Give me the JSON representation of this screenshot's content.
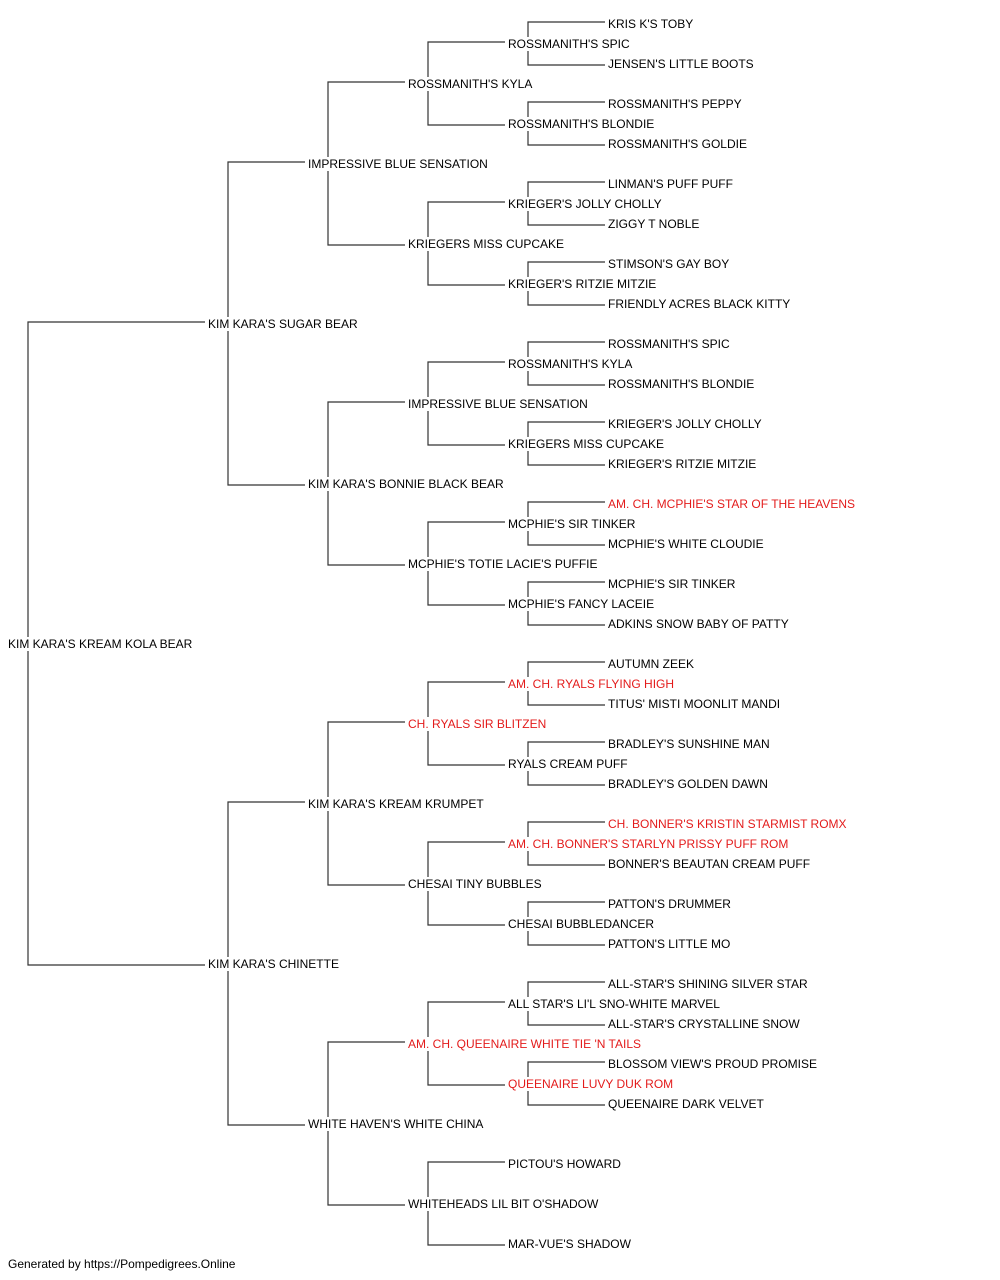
{
  "colors": {
    "champion": "#e31b1b",
    "normal": "#000000",
    "line": "#333333"
  },
  "pedigree": {
    "subject": "KIM KARA'S KREAM KOLA BEAR",
    "sire": "KIM KARA'S SUGAR BEAR",
    "dam": "KIM KARA'S CHINETTE",
    "sire_sire": "IMPRESSIVE BLUE SENSATION",
    "sire_dam": "KIM KARA'S BONNIE BLACK BEAR",
    "dam_sire": "KIM KARA'S KREAM KRUMPET",
    "dam_dam": "WHITE HAVEN'S WHITE CHINA",
    "gen3": [
      "ROSSMANITH'S KYLA",
      "KRIEGERS MISS CUPCAKE",
      "IMPRESSIVE BLUE SENSATION",
      "MCPHIE'S TOTIE LACIE'S PUFFIE",
      "CH. RYALS SIR BLITZEN",
      "CHESAI TINY BUBBLES",
      "AM. CH. QUEENAIRE WHITE TIE 'N TAILS",
      "WHITEHEADS LIL BIT O'SHADOW"
    ],
    "gen4": [
      "ROSSMANITH'S SPIC",
      "ROSSMANITH'S BLONDIE",
      "KRIEGER'S JOLLY CHOLLY",
      "KRIEGER'S RITZIE MITZIE",
      "ROSSMANITH'S KYLA",
      "KRIEGERS MISS CUPCAKE",
      "MCPHIE'S SIR TINKER",
      "MCPHIE'S FANCY LACEIE",
      "AM. CH. RYALS FLYING HIGH",
      "RYALS CREAM PUFF",
      "AM. CH. BONNER'S STARLYN PRISSY PUFF ROM",
      "CHESAI BUBBLEDANCER",
      "ALL STAR'S LI'L SNO-WHITE MARVEL",
      "QUEENAIRE LUVY DUK ROM",
      "PICTOU'S HOWARD",
      "MAR-VUE'S SHADOW"
    ],
    "gen5": [
      "KRIS K'S TOBY",
      "JENSEN'S LITTLE BOOTS",
      "ROSSMANITH'S PEPPY",
      "ROSSMANITH'S GOLDIE",
      "LINMAN'S PUFF PUFF",
      "ZIGGY T NOBLE",
      "STIMSON'S GAY BOY",
      "FRIENDLY ACRES BLACK KITTY",
      "ROSSMANITH'S SPIC",
      "ROSSMANITH'S BLONDIE",
      "KRIEGER'S JOLLY CHOLLY",
      "KRIEGER'S RITZIE MITZIE",
      "AM. CH. MCPHIE'S STAR OF THE HEAVENS",
      "MCPHIE'S WHITE CLOUDIE",
      "MCPHIE'S SIR TINKER",
      "ADKINS SNOW BABY OF PATTY",
      "AUTUMN ZEEK",
      "TITUS' MISTI MOONLIT MANDI",
      "BRADLEY'S SUNSHINE MAN",
      "BRADLEY'S GOLDEN DAWN",
      "CH. BONNER'S KRISTIN STARMIST ROMX",
      "BONNER'S BEAUTAN CREAM PUFF",
      "PATTON'S DRUMMER",
      "PATTON'S LITTLE MO",
      "ALL-STAR'S SHINING SILVER STAR",
      "ALL-STAR'S CRYSTALLINE SNOW",
      "BLOSSOM VIEW'S PROUD PROMISE",
      "QUEENAIRE DARK VELVET"
    ]
  },
  "footer": "Generated by https://Pompedigrees.Online"
}
